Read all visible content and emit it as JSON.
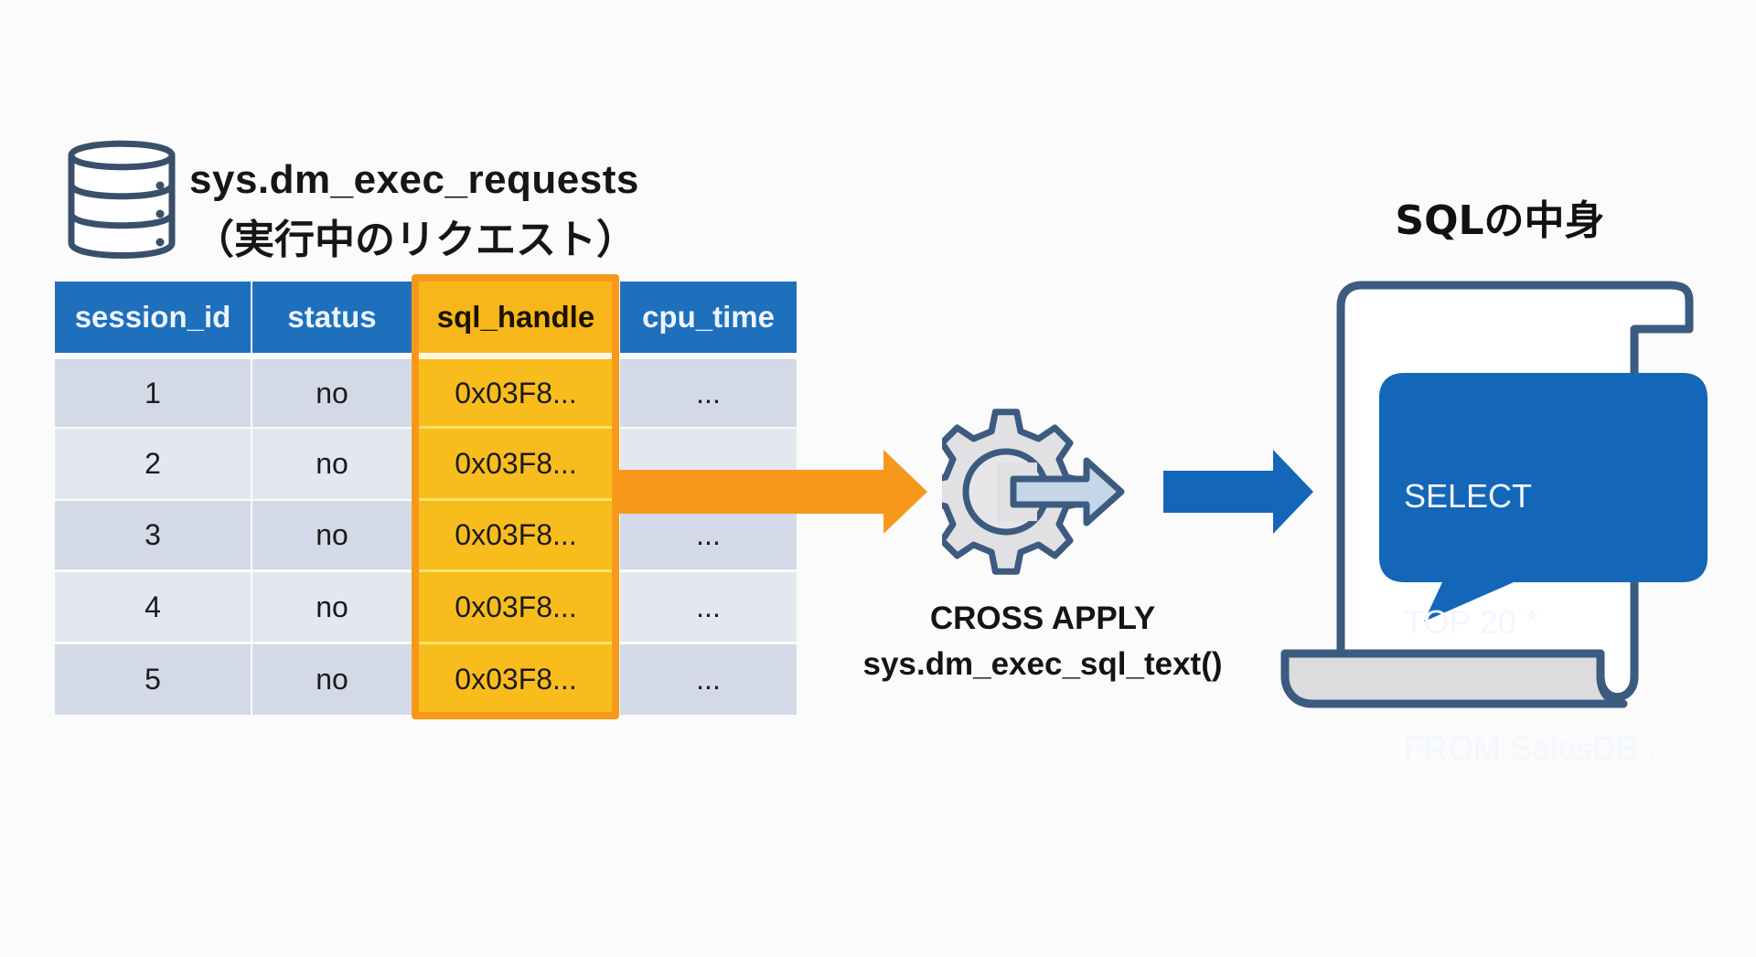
{
  "header": {
    "title": "sys.dm_exec_requests",
    "subtitle": "（実行中のリクエスト）",
    "icon": "database-icon"
  },
  "table": {
    "columns": [
      "session_id",
      "status",
      "sql_handle",
      "cpu_time"
    ],
    "highlighted_column": "sql_handle",
    "rows": [
      {
        "session_id": "1",
        "status": "no",
        "sql_handle": "0x03F8...",
        "cpu_time": "..."
      },
      {
        "session_id": "2",
        "status": "no",
        "sql_handle": "0x03F8...",
        "cpu_time": ""
      },
      {
        "session_id": "3",
        "status": "no",
        "sql_handle": "0x03F8...",
        "cpu_time": "..."
      },
      {
        "session_id": "4",
        "status": "no",
        "sql_handle": "0x03F8...",
        "cpu_time": "..."
      },
      {
        "session_id": "5",
        "status": "no",
        "sql_handle": "0x03F8...",
        "cpu_time": "..."
      }
    ]
  },
  "process": {
    "icon": "gear-arrow-icon",
    "label_line1": "CROSS APPLY",
    "label_line2": "sys.dm_exec_sql_text()"
  },
  "output": {
    "title": "SQLの中身",
    "icon": "document-scroll-icon",
    "sql_lines": [
      "SELECT",
      "TOP 20 *",
      "FROM SalesDB...",
      "..."
    ]
  },
  "colors": {
    "header_blue": "#1e6fbc",
    "highlight_orange": "#f6991a",
    "highlight_yellow": "#f8bd1d",
    "arrow_blue": "#1467b8",
    "outline_navy": "#3d5a80",
    "row_odd": "#d3d9e7",
    "row_even": "#e3e7f0"
  }
}
